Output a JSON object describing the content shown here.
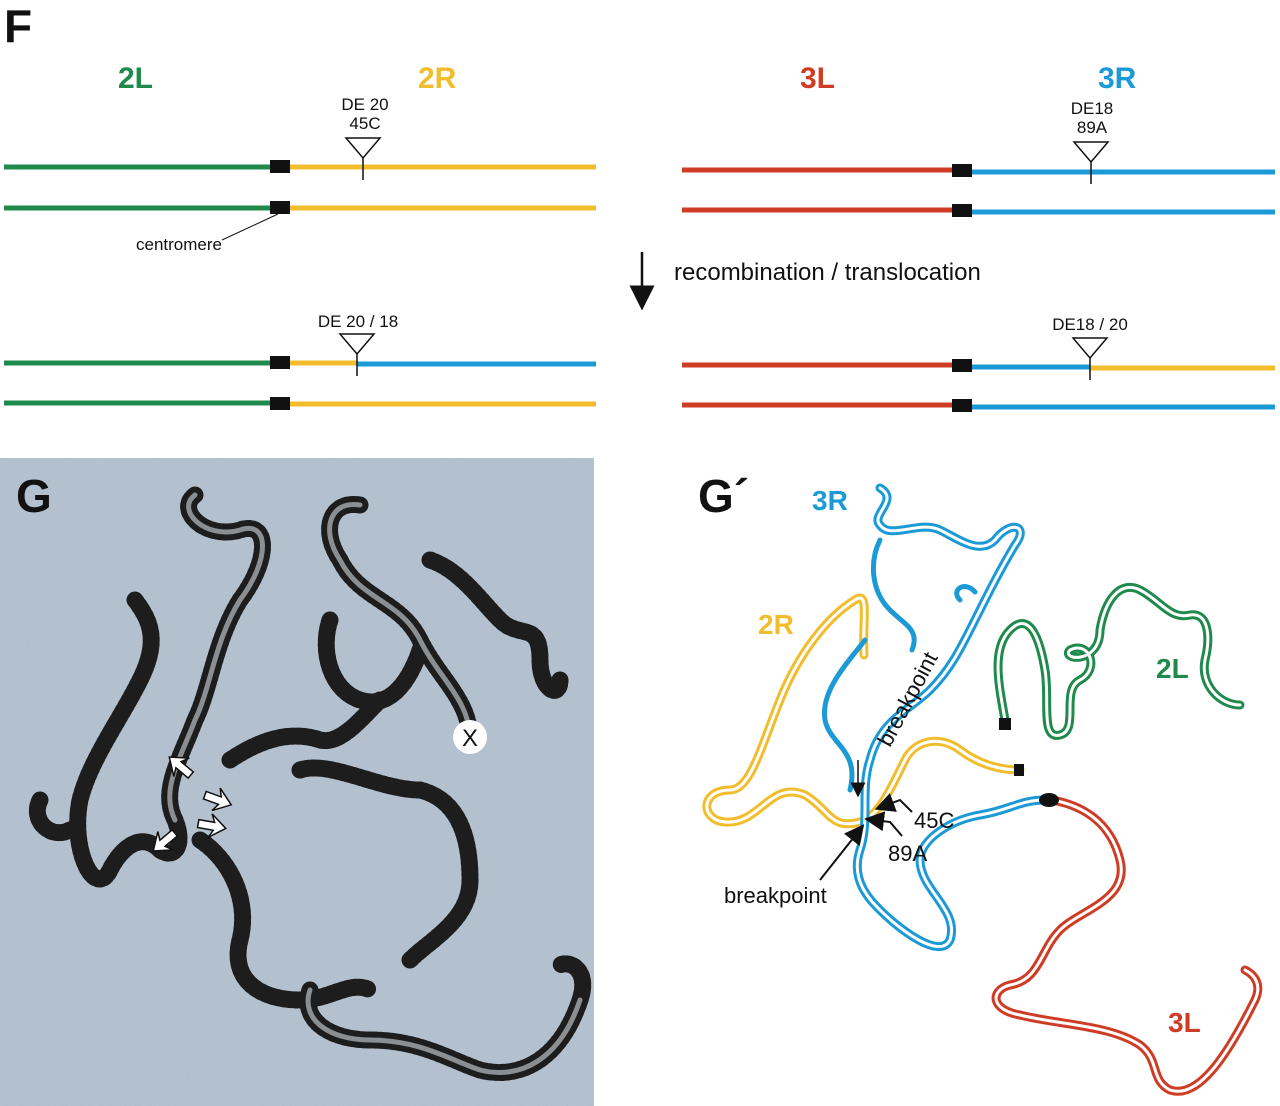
{
  "colors": {
    "arm_2L": "#1f8a4c",
    "arm_2R": "#f2bd2c",
    "arm_3L": "#cf3c25",
    "arm_3R": "#1b9ad6",
    "centromere": "#111111",
    "photo_background": "#aebccb"
  },
  "panel_F": {
    "letter": "F",
    "arm_labels": {
      "L2": "2L",
      "R2": "2R",
      "L3": "3L",
      "R3": "3R"
    },
    "insert_2R": {
      "line1": "DE 20",
      "line2": "45C"
    },
    "insert_3R": {
      "line1": "DE18",
      "line2": "89A"
    },
    "centromere_label": "centromere",
    "process_label": "recombination / translocation",
    "insert_2R_after": "DE 20 / 18",
    "insert_3R_after": "DE18 / 20"
  },
  "panel_G": {
    "letter": "G",
    "x_label": "X",
    "arrow_icon": "white-arrow-icon"
  },
  "panel_G_prime": {
    "letter": "G´",
    "labels": {
      "R3": "3R",
      "R2": "2R",
      "L2": "2L",
      "L3": "3L"
    },
    "breakpoint_top": "breakpoint",
    "breakpoint_bottom": "breakpoint",
    "band_45C": "45C",
    "band_89A": "89A"
  }
}
